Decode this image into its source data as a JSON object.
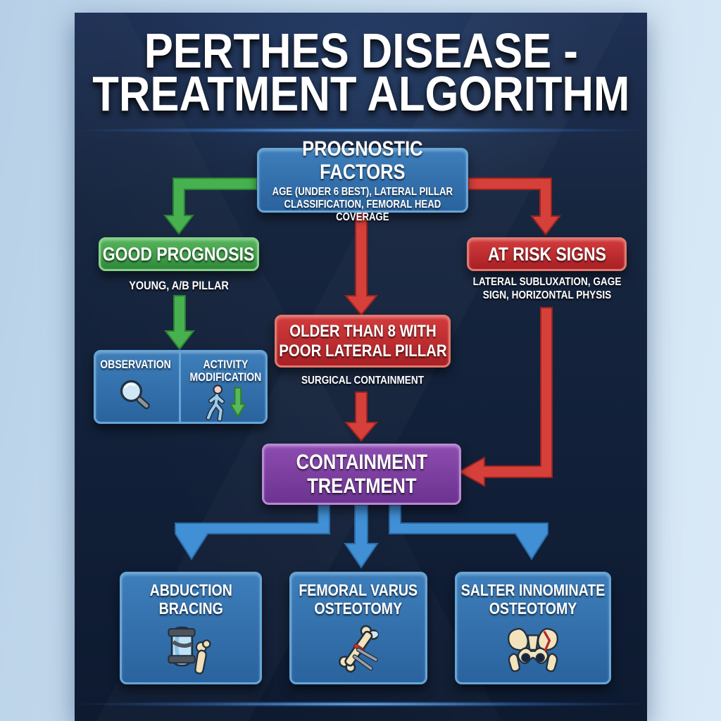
{
  "poster_title": {
    "line1": "PERTHES DISEASE -",
    "line2": "TREATMENT ALGORITHM"
  },
  "flowchart": {
    "prognostic_factors": {
      "title": "PROGNOSTIC FACTORS",
      "subtitle": "AGE (UNDER 6 BEST), LATERAL PILLAR CLASSIFICATION, FEMORAL HEAD COVERAGE"
    },
    "good_prognosis": {
      "title": "GOOD PROGNOSIS",
      "note": "YOUNG, A/B PILLAR"
    },
    "observation": {
      "label": "OBSERVATION",
      "icon": "magnifier-icon"
    },
    "activity_modification": {
      "label": "ACTIVITY MODIFICATION",
      "icon": "walking-person-down-arrow-icon"
    },
    "older_than_8": {
      "title": "OLDER THAN 8 WITH POOR LATERAL PILLAR",
      "note": "SURGICAL CONTAINMENT"
    },
    "at_risk_signs": {
      "title": "AT RISK SIGNS",
      "note": "LATERAL SUBLUXATION, GAGE SIGN, HORIZONTAL PHYSIS"
    },
    "containment_treatment": {
      "title": "CONTAINMENT TREATMENT"
    },
    "abduction_bracing": {
      "title": "ABDUCTION BRACING",
      "icon": "leg-brace-icon"
    },
    "femoral_varus_osteotomy": {
      "title": "FEMORAL VARUS OSTEOTOMY",
      "icon": "bone-with-screws-icon"
    },
    "salter_innominate_osteotomy": {
      "title": "SALTER INNOMINATE OSTEOTOMY",
      "icon": "pelvis-icon"
    }
  },
  "colors": {
    "page_background": "#c9deef",
    "poster_background": "#14233e",
    "blue_box": "#2f6ea9",
    "blue_border": "#66a5d8",
    "green_box": "#3f9e47",
    "green_border": "#88cf8a",
    "red_box": "#c12a2e",
    "red_border": "#e2776e",
    "purple_box": "#7e41a3",
    "purple_border": "#b988d4",
    "arrow_green": "#46b14e",
    "arrow_red": "#d6403a",
    "arrow_blue": "#418fd4",
    "text": "#ffffff"
  }
}
